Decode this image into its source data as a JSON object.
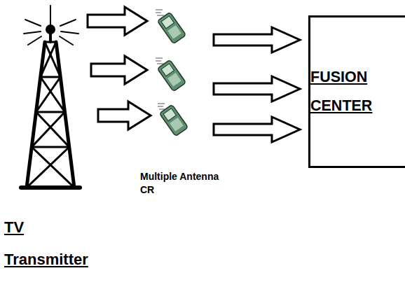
{
  "diagram": {
    "nodes": [
      {
        "text": [
          "FUSION CENTER"
        ]
      }
    ],
    "labels": [
      "Multiple Antenna CR",
      "TV Transmitter"
    ]
  }
}
